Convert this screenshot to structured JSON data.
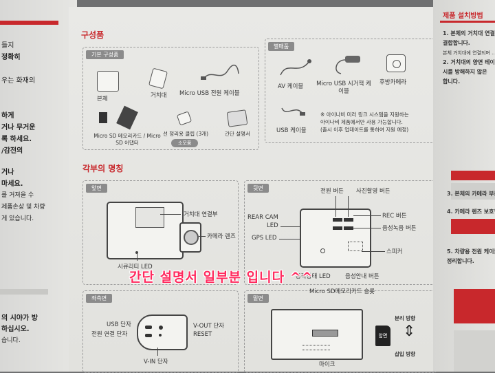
{
  "left_page": {
    "lines": [
      "들지",
      "정확히",
      "",
      "우는 화재의",
      "",
      "하게",
      "거나 무거운",
      "록 하세요.",
      "/감전의",
      "",
      "거나",
      "마세요.",
      "를 거져을 수",
      "제품손상 및 차량",
      "게 있습니다.",
      "",
      "의 시야가 방",
      "하십시오.",
      "습니다."
    ]
  },
  "contents": {
    "title": "구성품",
    "basic": {
      "tab": "기본 구성품",
      "items": [
        "본체",
        "거치대",
        "Micro USB 전원 케이블",
        "Micro SD 메모리카드 / Micro SD 어댑터",
        "선 정리용 클립 (3개)",
        "간단 설명서"
      ],
      "consumable_badge": "소모품"
    },
    "optional": {
      "tab": "별매품",
      "items": [
        "AV 케이블",
        "Micro USB 시거잭 케이블",
        "후방카메라",
        "USB 케이블"
      ],
      "note": [
        "※ 아이나비 미러 링크 시스템을 지원하는",
        "아이나비 제품에서만 사용 가능합니다.",
        "(출시 이후 업데이트를 통하여 지원 예정)"
      ]
    }
  },
  "parts": {
    "title": "각부의 명칭",
    "front": {
      "tab": "앞면",
      "labels": [
        "거치대 연결부",
        "카메라 렌즈",
        "시큐리티 LED"
      ]
    },
    "back": {
      "tab": "뒷면",
      "labels": [
        "전원 버튼",
        "사진촬영 버튼",
        "REAR CAM",
        "LED",
        "REC 버튼",
        "음성녹음 버튼",
        "GPS LED",
        "스피커",
        "동작상태 LED",
        "음성안내 버튼"
      ]
    },
    "side": {
      "tab": "좌측면",
      "labels": [
        "USB 단자",
        "전원 연결 단자",
        "V-OUT 단자",
        "RESET",
        "V-IN 단자"
      ]
    },
    "bottom": {
      "tab": "밑면",
      "labels": [
        "Micro SD메모리카드 슬롯",
        "분리 방향",
        "삽입 방향",
        "마이크"
      ],
      "sd_label": "앞면"
    }
  },
  "right_page": {
    "title": "제품 설치방법",
    "lines": [
      "1. 본체의 거치대 연결부에 거치",
      "  결합합니다.",
      "  본체 거치대에 연결되며 ...",
      "2. 거치대의 양면 테이프 필",
      "  시를 방해하지 않은",
      "  합니다.",
      "",
      "",
      "",
      "",
      "3. 본체의 카메라 부분",
      "4. 카메라 렌즈 보호필",
      "",
      "5. 차량용 전원 케이블",
      "  정리합니다."
    ]
  },
  "overlay": {
    "caption": "간단 설명서 일부분 입니다 ^^"
  },
  "colors": {
    "accent_red": "#c8282c",
    "caption_pink": "#ff2a5e"
  }
}
